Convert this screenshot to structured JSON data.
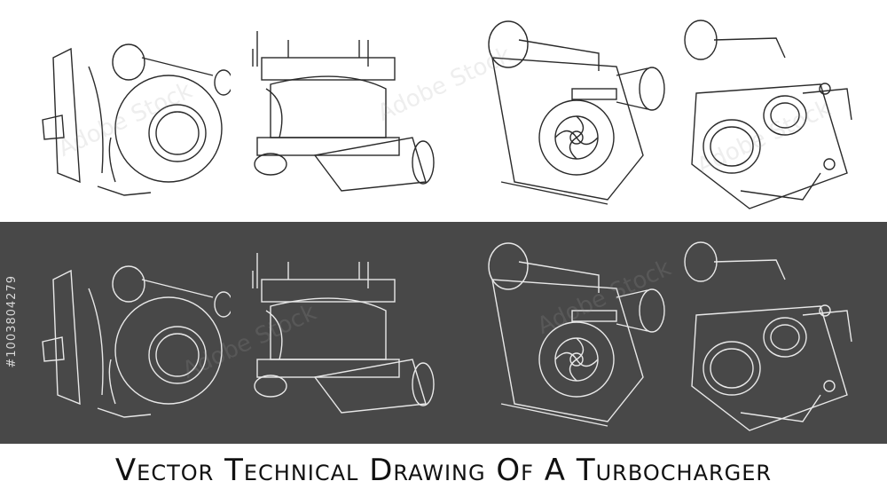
{
  "caption": "Vector Technical Drawing Of A Turbocharger",
  "stock_id": "#1003804279",
  "watermark": "Adobe Stock",
  "colors": {
    "top_background": "#ffffff",
    "dark_background": "#484848",
    "line_dark": "#2a2a2a",
    "line_light": "#e8e8e8"
  }
}
